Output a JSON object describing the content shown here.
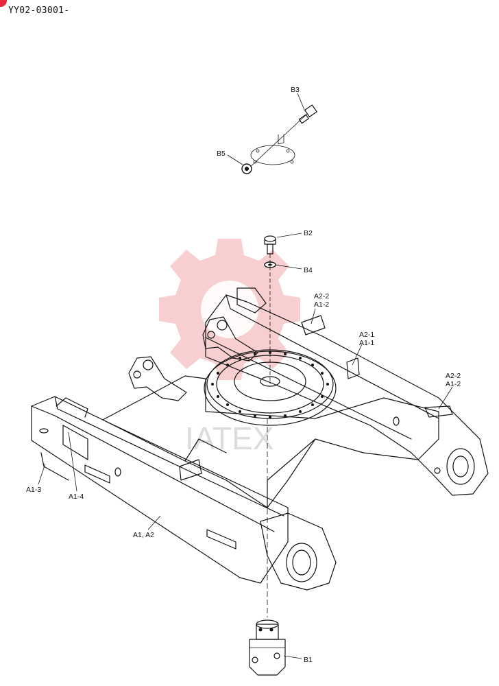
{
  "document": {
    "code": "YY02-03001-"
  },
  "watermark": {
    "brand": "IATEX",
    "color": "#f3a7aa"
  },
  "callouts": {
    "b3": "B3",
    "b5": "B5",
    "b2": "B2",
    "b4": "B4",
    "a22_a12_upper": {
      "line1": "A2-2",
      "line2": "A1-2"
    },
    "a21_a11": {
      "line1": "A2-1",
      "line2": "A1-1"
    },
    "a22_a12_right": {
      "line1": "A2-2",
      "line2": "A1-2"
    },
    "a13": "A1-3",
    "a14": "A1-4",
    "a1_a2": "A1, A2",
    "b1": "B1"
  }
}
